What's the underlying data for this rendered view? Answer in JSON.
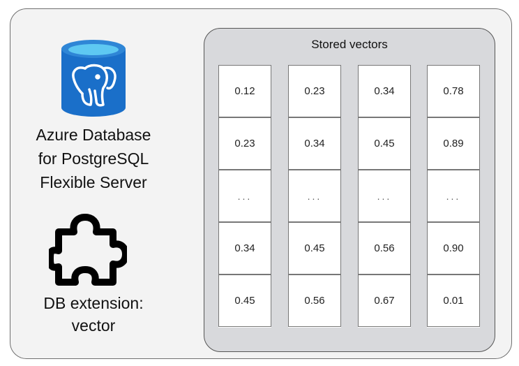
{
  "database": {
    "icon": "postgresql-cylinder-icon",
    "label_lines": [
      "Azure Database",
      "for PostgreSQL",
      "Flexible Server"
    ],
    "colors": {
      "cylinder": "#1a6fc9",
      "cylinder_top": "#5ec8f2",
      "elephant": "#ffffff"
    }
  },
  "extension": {
    "icon": "puzzle-piece-icon",
    "label_lines": [
      "DB extension:",
      "vector"
    ]
  },
  "vectors_panel": {
    "title": "Stored vectors",
    "columns": [
      [
        "0.12",
        "0.23",
        "...",
        "0.34",
        "0.45"
      ],
      [
        "0.23",
        "0.34",
        "...",
        "0.45",
        "0.56"
      ],
      [
        "0.34",
        "0.45",
        "...",
        "0.56",
        "0.67"
      ],
      [
        "0.78",
        "0.89",
        "...",
        "0.90",
        "0.01"
      ]
    ]
  }
}
